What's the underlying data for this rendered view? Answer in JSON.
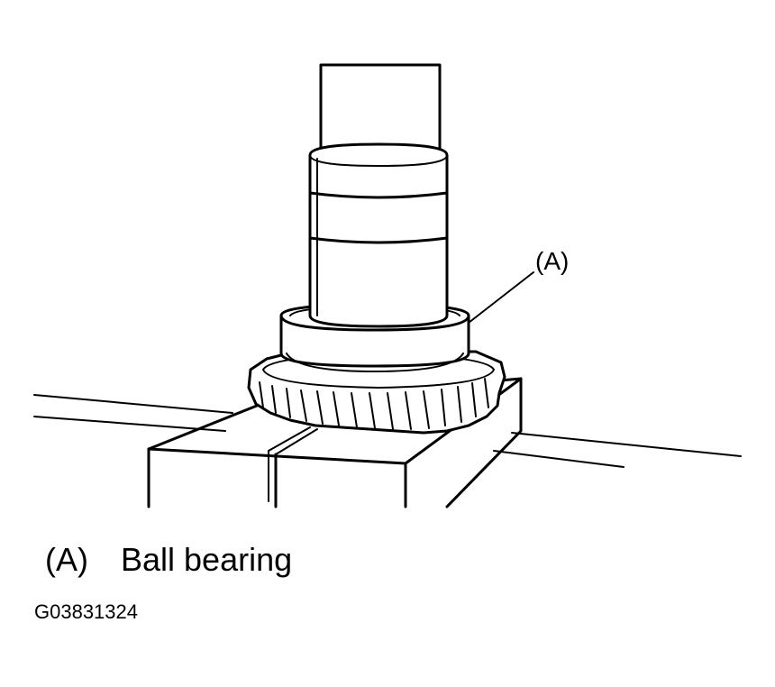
{
  "callout": {
    "label": "(A)"
  },
  "legend": {
    "items": [
      {
        "key": "(A)",
        "text": "Ball bearing"
      }
    ]
  },
  "figure_id": "G03831324"
}
